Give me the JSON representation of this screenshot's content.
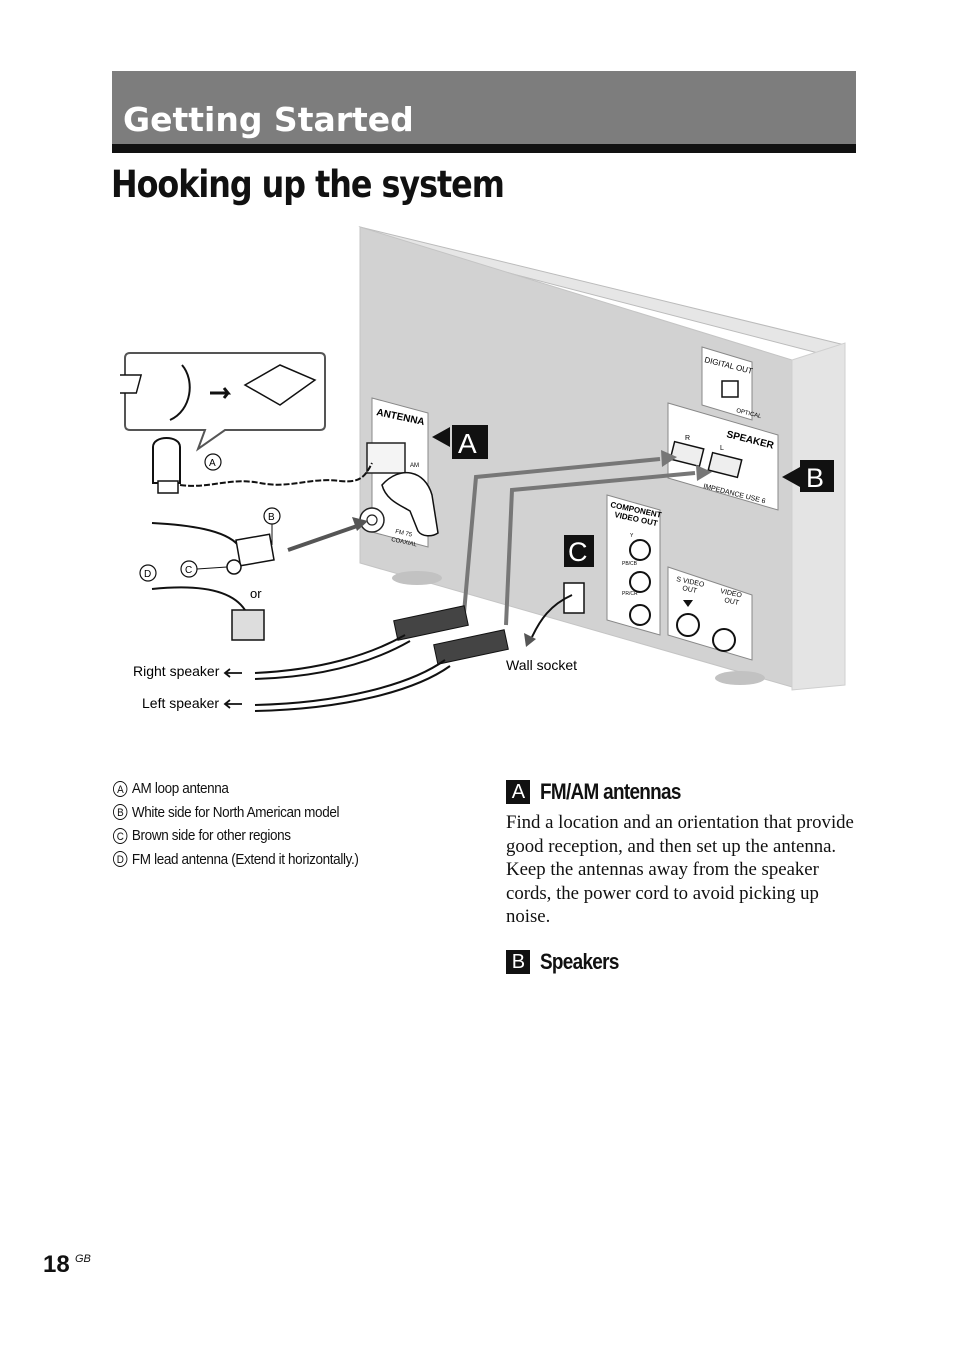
{
  "header": {
    "section": "Getting Started",
    "title": "Hooking up the system"
  },
  "diagram": {
    "panel_labels": {
      "antenna": "ANTENNA",
      "am": "AM",
      "fm": "FM 75",
      "coaxial": "COAXIAL",
      "digital_out": "DIGITAL OUT",
      "optical": "OPTICAL",
      "speaker": "SPEAKER",
      "speaker_r": "R",
      "speaker_l": "L",
      "impedance": "IMPEDANCE USE 6",
      "component_video_out_1": "COMPONENT",
      "component_video_out_2": "VIDEO OUT",
      "y": "Y",
      "pb": "PB/CB",
      "pr": "PR/CR",
      "s_video_1": "S VIDEO",
      "s_video_2": "OUT",
      "video_out_1": "VIDEO",
      "video_out_2": "OUT"
    },
    "callouts": {
      "a": "A",
      "b": "B",
      "c": "C"
    },
    "markers": {
      "a": "A",
      "b": "B",
      "c": "C",
      "d": "D"
    },
    "or_label": "or",
    "right_speaker": "Right speaker",
    "left_speaker": "Left speaker",
    "wall_socket": "Wall socket"
  },
  "legend": [
    {
      "marker": "A",
      "text": "AM loop antenna"
    },
    {
      "marker": "B",
      "text": "White side for North American model"
    },
    {
      "marker": "C",
      "text": "Brown side for other regions"
    },
    {
      "marker": "D",
      "text": "FM lead antenna (Extend it horizontally.)"
    }
  ],
  "sections": {
    "antennas": {
      "box": "A",
      "heading": "FM/AM antennas",
      "para1": "Find a location and an orientation that provide good reception, and then set up the antenna.",
      "para2": "Keep the antennas away from the speaker cords, the power cord to avoid picking up noise."
    },
    "speakers": {
      "box": "B",
      "heading": "Speakers"
    }
  },
  "footer": {
    "page_number": "18",
    "suffix": "GB"
  }
}
